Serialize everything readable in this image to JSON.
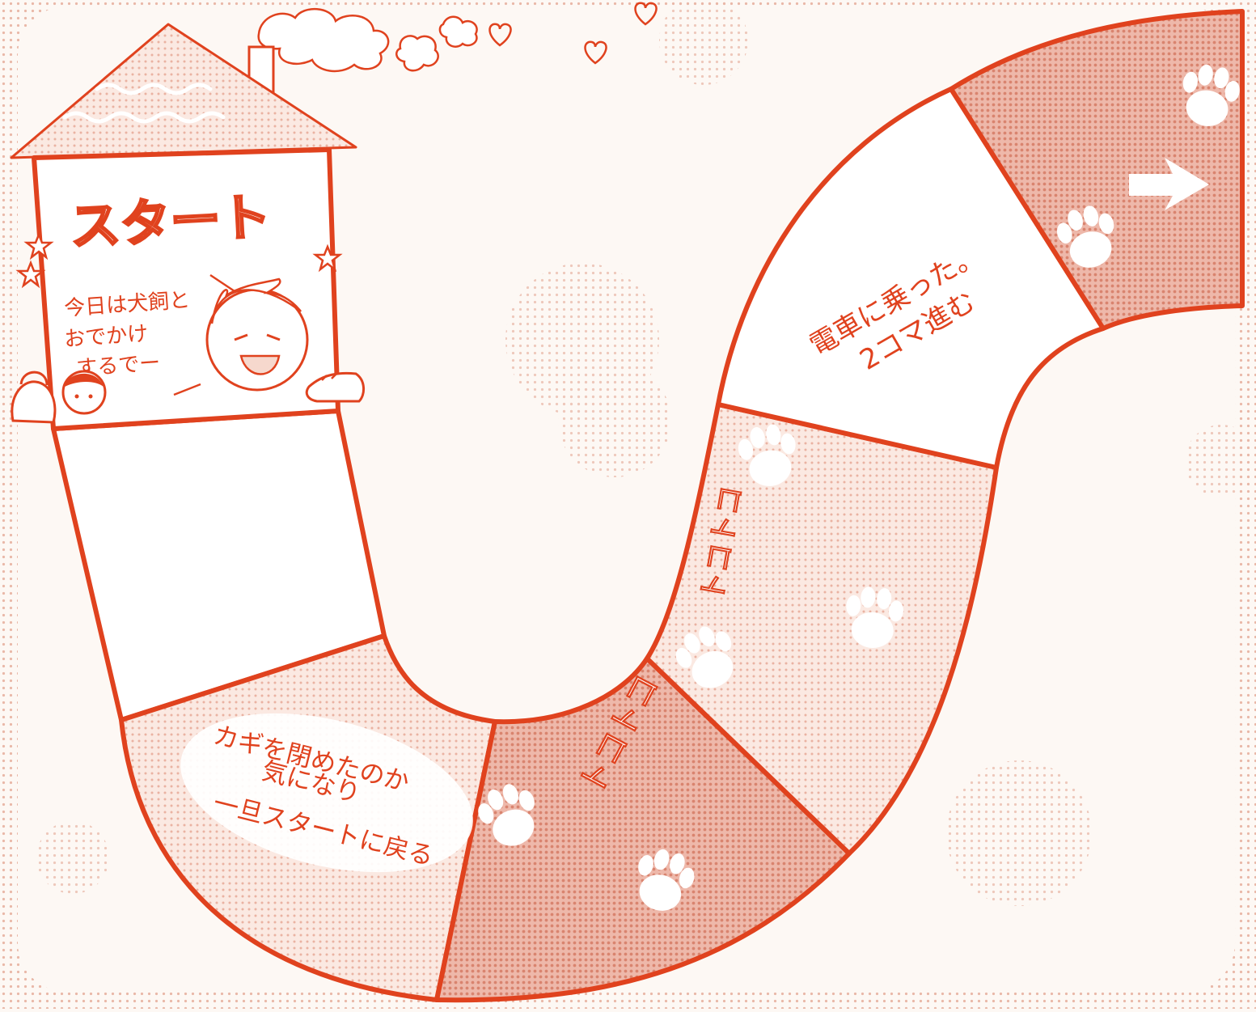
{
  "colors": {
    "ink": "#e0421e",
    "tile_light": "#f6d8cd",
    "tile_dark": "#e8a494",
    "paper": "#fdf8f4",
    "dot": "#e9b8a8"
  },
  "start": {
    "title": "スタート",
    "speech_lines": [
      "今日は犬飼と",
      "おでかけ",
      "するでー"
    ]
  },
  "squares": {
    "back_to_start_lines": [
      "カギを閉めたのか",
      "気になり",
      "一旦スタートに戻る"
    ],
    "train_lines": [
      "電車に乗った。",
      "2コマ進む"
    ]
  },
  "sfx": {
    "tile1": "トコトコ",
    "tile2": "トコトコ"
  },
  "icons": {
    "paw": "paw-print-icon",
    "heart": "heart-icon",
    "cloud": "cloud-icon",
    "star": "star-icon",
    "arrow": "arrow-right-icon",
    "bag": "bag-icon",
    "shoes": "shoes-icon",
    "face": "character-face-icon"
  }
}
